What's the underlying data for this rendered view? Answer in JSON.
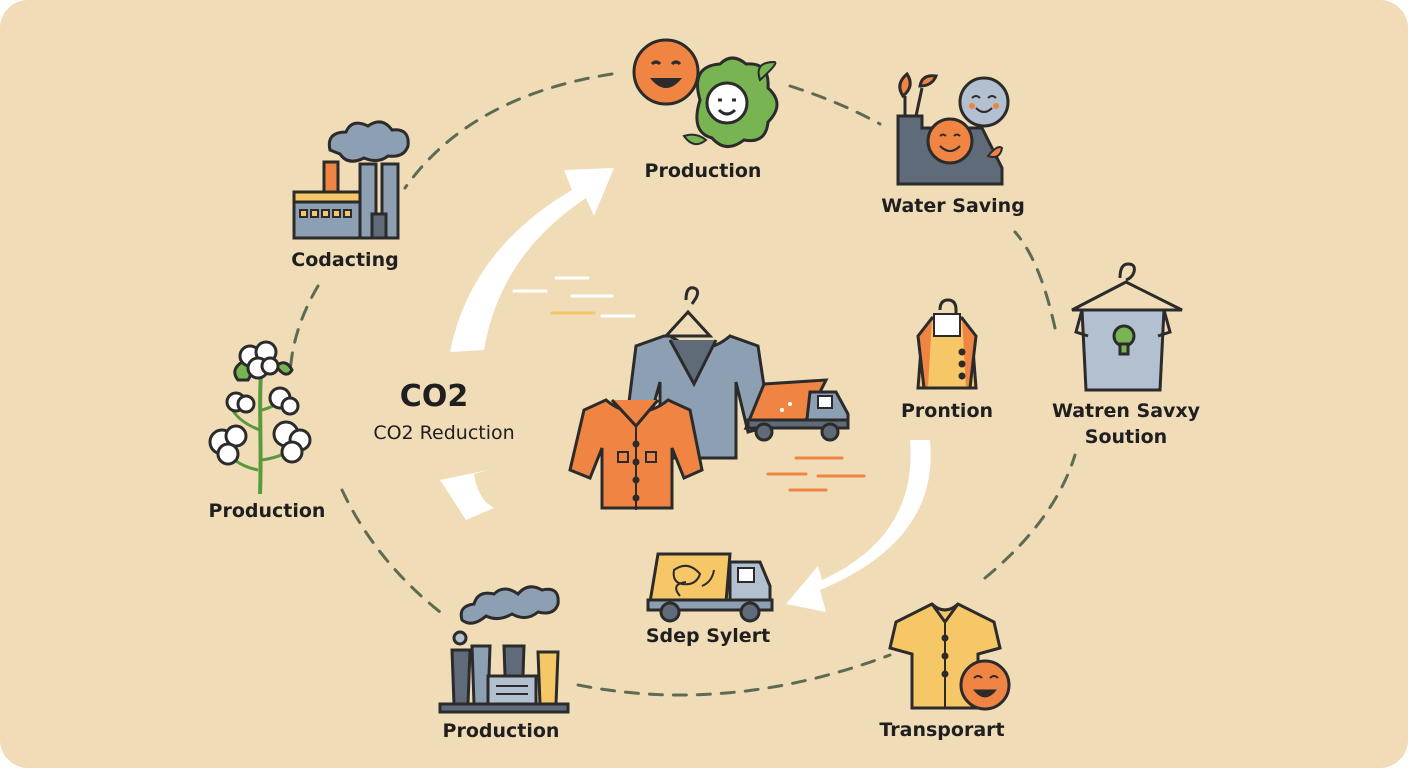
{
  "labels": {
    "top_center": "Production",
    "top_right": "Water Saving",
    "top_left": "Codacting",
    "right_line1": "Watren Savxy",
    "right_line2": "Soution",
    "left_middle": "Production",
    "bottom_left": "Production",
    "bottom_right": "Transporart",
    "center_right": "Prontion",
    "center_bottom": "Sdep Sylert",
    "co2_title": "CO2",
    "co2_subtitle": "CO2 Reduction"
  },
  "colors": {
    "background": "#f1dcb8",
    "accent_orange": "#ef8443",
    "slate": "#8d9fb2",
    "dark_gray": "#5f6b78",
    "green": "#6fae4a",
    "yellow": "#f6c766",
    "dash": "#5e6b52"
  },
  "icons": [
    "smiling-cotton-ball-icon",
    "factory-icon",
    "water-saving-machine-icon",
    "hanger-shirt-icon",
    "cotton-plant-icon",
    "factory-chimneys-icon",
    "yellow-shirt-icon",
    "clothing-icon",
    "delivery-truck-icon",
    "apron-icon"
  ]
}
